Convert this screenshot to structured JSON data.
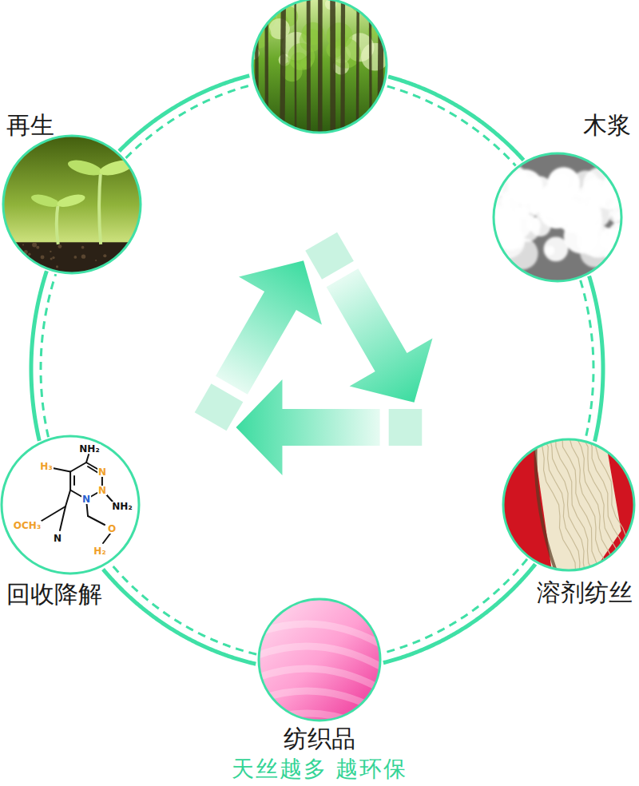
{
  "diagram": {
    "caption": "天丝越多 越环保",
    "nodes": [
      {
        "text": [
          "木浆"
        ]
      },
      {
        "text": [
          "溶剂纺丝"
        ]
      },
      {
        "text": [
          "纺织品"
        ]
      },
      {
        "text": [
          "回收降解"
        ]
      },
      {
        "text": [
          "再生"
        ]
      }
    ],
    "edges": [
      {
        "from": 0,
        "to": 1,
        "arrow": "none"
      },
      {
        "from": 1,
        "to": 2,
        "arrow": "none"
      },
      {
        "from": 2,
        "to": 3,
        "arrow": "none"
      },
      {
        "from": 3,
        "to": 4,
        "arrow": "none"
      }
    ],
    "labels": [
      "NH₂",
      "H₃",
      "N",
      "N",
      "NH₂",
      "N",
      "OCH₃",
      "N",
      "O",
      "H₂"
    ]
  }
}
